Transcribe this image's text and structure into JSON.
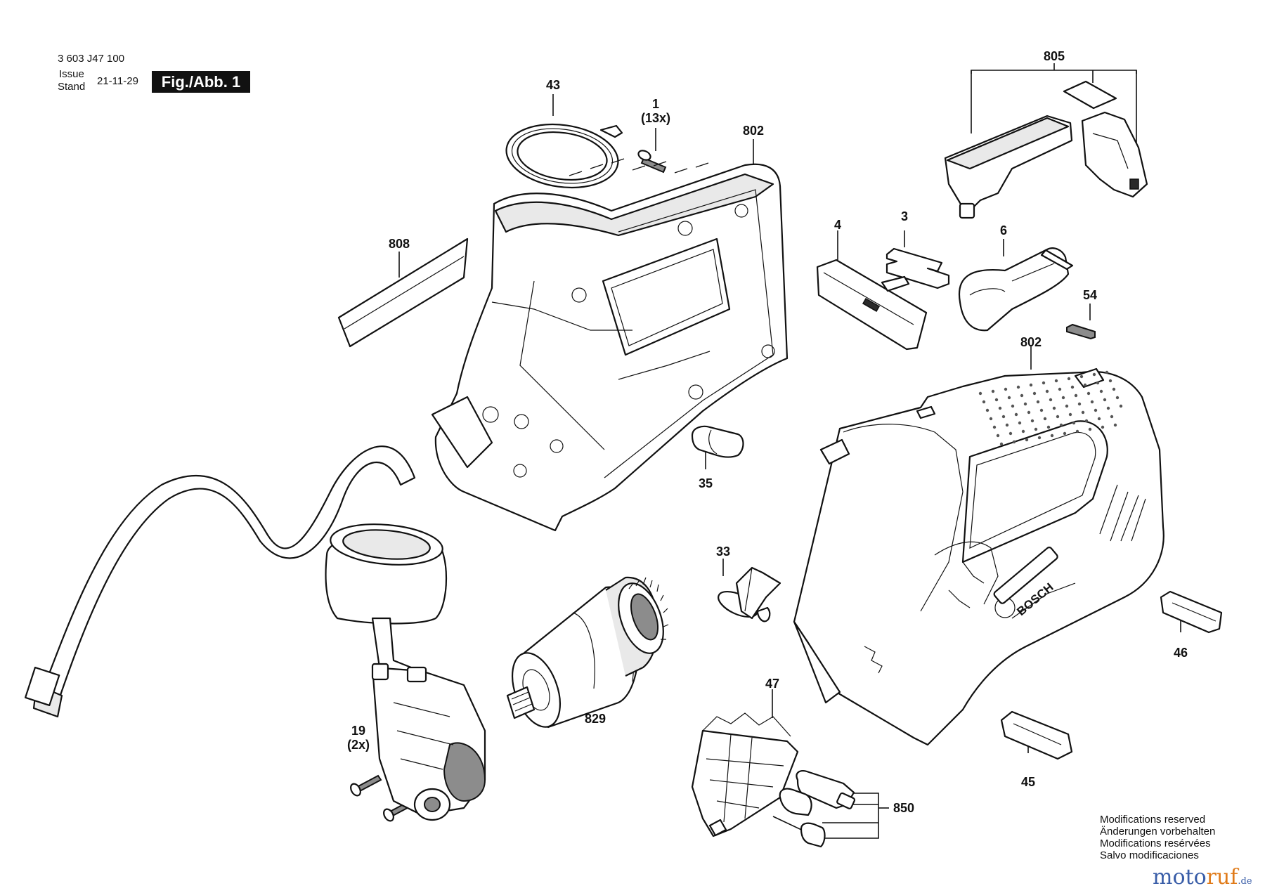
{
  "header": {
    "part_number": "3 603 J47 100",
    "issue_label": "Issue",
    "stand_label": "Stand",
    "date": "21-11-29",
    "figure_badge": "Fig./Abb. 1"
  },
  "labels": {
    "l43": "43",
    "l1": "1\n(13x)",
    "l802a": "802",
    "l805": "805",
    "l808": "808",
    "l4": "4",
    "l3": "3",
    "l6": "6",
    "l54": "54",
    "l802b": "802",
    "l35": "35",
    "l33": "33",
    "l46": "46",
    "l829": "829",
    "l19": "19\n(2x)",
    "l47": "47",
    "l45": "45",
    "l850": "850"
  },
  "housing_logo": "BOSCH",
  "notes": [
    "Modifications reserved",
    "Änderungen vorbehalten",
    "Modifications resérvées",
    "Salvo modificaciones"
  ],
  "watermark": {
    "part1": "moto",
    "part2": "ruf",
    "part3": ".de"
  },
  "colors": {
    "line": "#111111",
    "badge_bg": "#111111",
    "watermark_blue": "#3a5ea8",
    "watermark_orange": "#e07b1a"
  }
}
